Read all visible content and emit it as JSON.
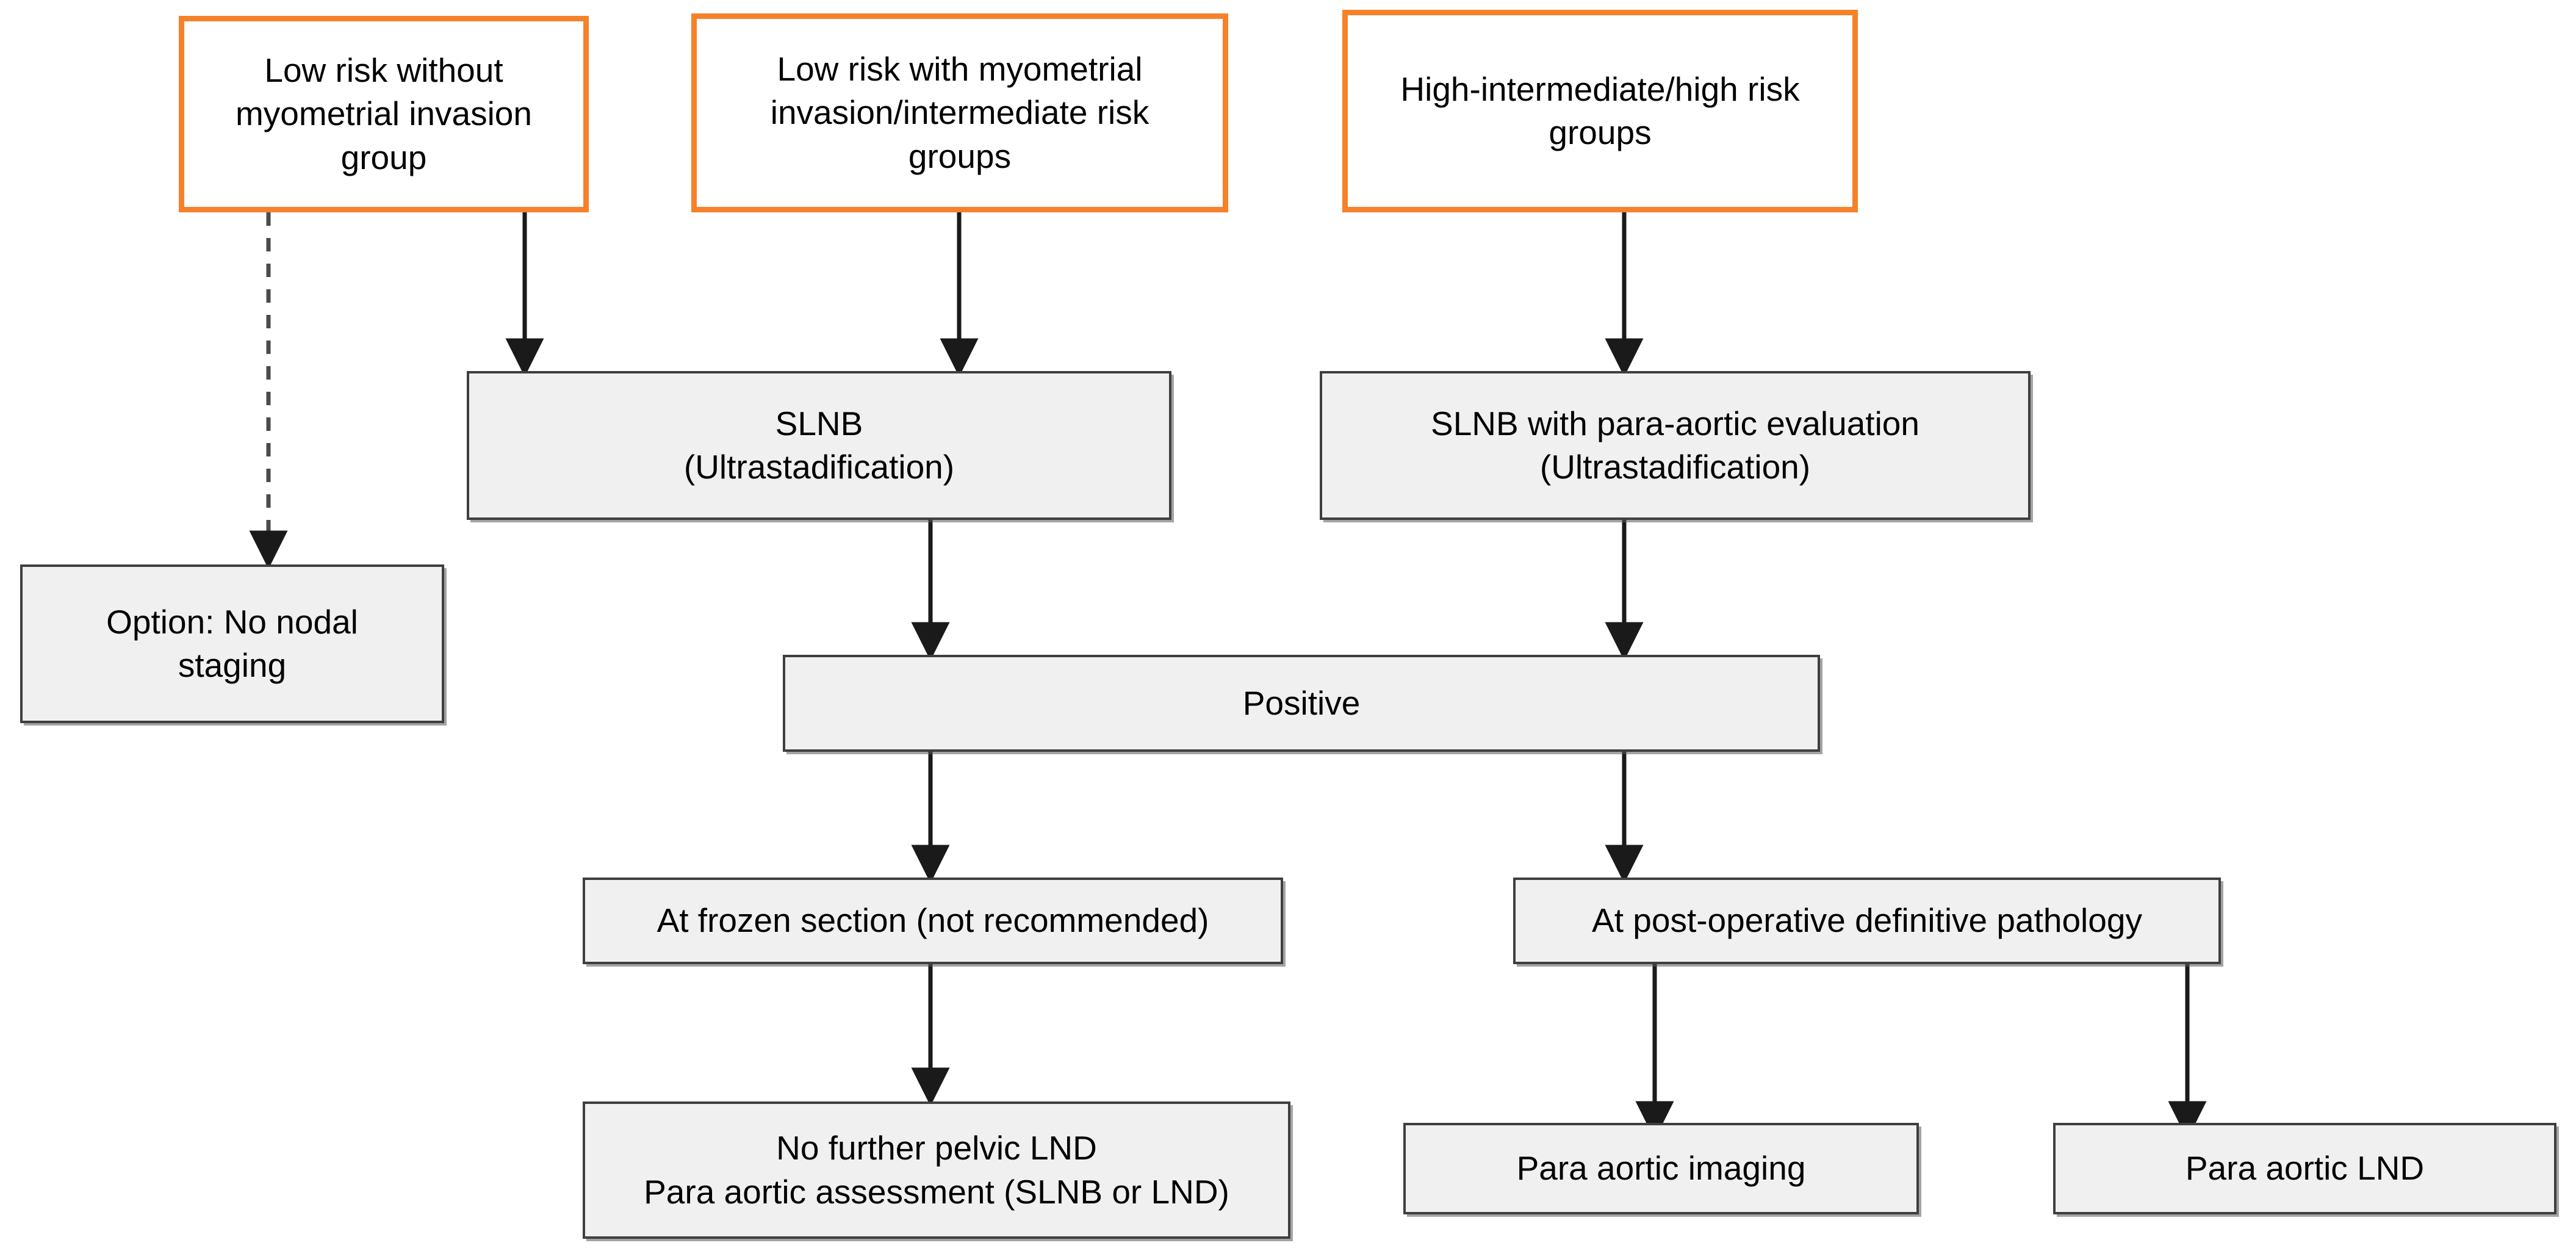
{
  "diagram": {
    "title": "Nodal staging algorithm for endometrial cancer risk groups",
    "colors": {
      "risk_box_border": "#f5822a",
      "step_box_border": "#3f3f3f",
      "step_box_fill": "#f0f0f0",
      "edge": "#1a1a1a",
      "background": "#ffffff"
    },
    "nodes": {
      "low_risk_no_mi": "Low risk without\nmyometrial invasion\ngroup",
      "low_risk_mi": "Low risk with myometrial\ninvasion/intermediate risk\ngroups",
      "high_risk": "High-intermediate/high risk\ngroups",
      "option_no_nodal": "Option: No nodal\nstaging",
      "slnb": "SLNB\n(Ultrastadification)",
      "slnb_para_aortic": "SLNB with para-aortic evaluation\n(Ultrastadification)",
      "positive": "Positive",
      "frozen_section": "At frozen section (not recommended)",
      "post_op_pathology": "At post-operative definitive pathology",
      "no_further_pelvic_lnd": "No further pelvic LND\nPara aortic assessment (SLNB or LND)",
      "para_aortic_imaging": "Para aortic imaging",
      "para_aortic_lnd": "Para aortic LND"
    },
    "edges": [
      {
        "from": "low_risk_no_mi",
        "to": "option_no_nodal",
        "style": "dashed"
      },
      {
        "from": "low_risk_no_mi",
        "to": "slnb",
        "style": "solid"
      },
      {
        "from": "low_risk_mi",
        "to": "slnb",
        "style": "solid"
      },
      {
        "from": "high_risk",
        "to": "slnb_para_aortic",
        "style": "solid"
      },
      {
        "from": "slnb",
        "to": "positive",
        "style": "solid"
      },
      {
        "from": "slnb_para_aortic",
        "to": "positive",
        "style": "solid"
      },
      {
        "from": "positive",
        "to": "frozen_section",
        "style": "solid"
      },
      {
        "from": "positive",
        "to": "post_op_pathology",
        "style": "solid"
      },
      {
        "from": "frozen_section",
        "to": "no_further_pelvic_lnd",
        "style": "solid"
      },
      {
        "from": "post_op_pathology",
        "to": "para_aortic_imaging",
        "style": "solid"
      },
      {
        "from": "post_op_pathology",
        "to": "para_aortic_lnd",
        "style": "solid"
      }
    ]
  }
}
